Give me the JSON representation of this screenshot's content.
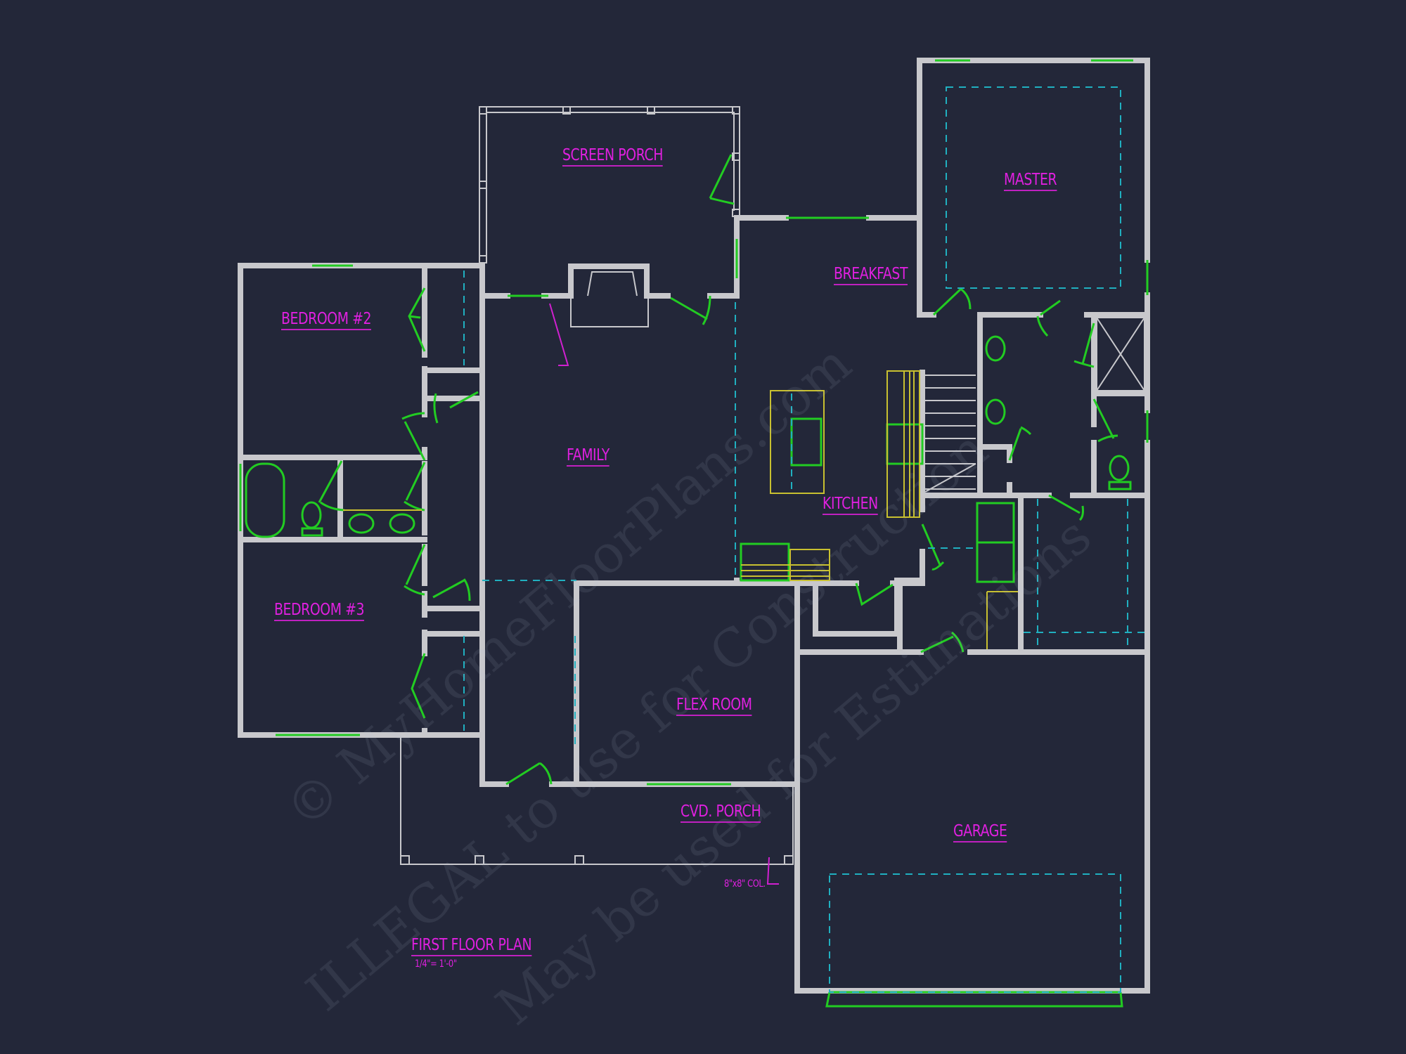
{
  "drawing": {
    "title": "FIRST FLOOR PLAN",
    "scale": "1/4\"= 1'-0\"",
    "background_color": "#232739",
    "colors": {
      "walls": "#c8c8cc",
      "doors_windows": "#22cc22",
      "labels": "#e020e0",
      "dashed_lines": "#20b0c0",
      "cabinets": "#c8c030"
    }
  },
  "rooms": {
    "screen_porch": "SCREEN PORCH",
    "master": "MASTER",
    "breakfast": "BREAKFAST",
    "bedroom2": "BEDROOM #2",
    "family": "FAMILY",
    "kitchen": "KITCHEN",
    "bedroom3": "BEDROOM #3",
    "flex_room": "FLEX ROOM",
    "cvd_porch": "CVD. PORCH",
    "garage": "GARAGE"
  },
  "annotations": {
    "column_note": "8\"x8\" COL."
  },
  "watermark": {
    "line1": "© MyHomeFloorPlans.com",
    "line2": "ILLEGAL to use for Construction",
    "line3": "May be used for Estimations"
  }
}
